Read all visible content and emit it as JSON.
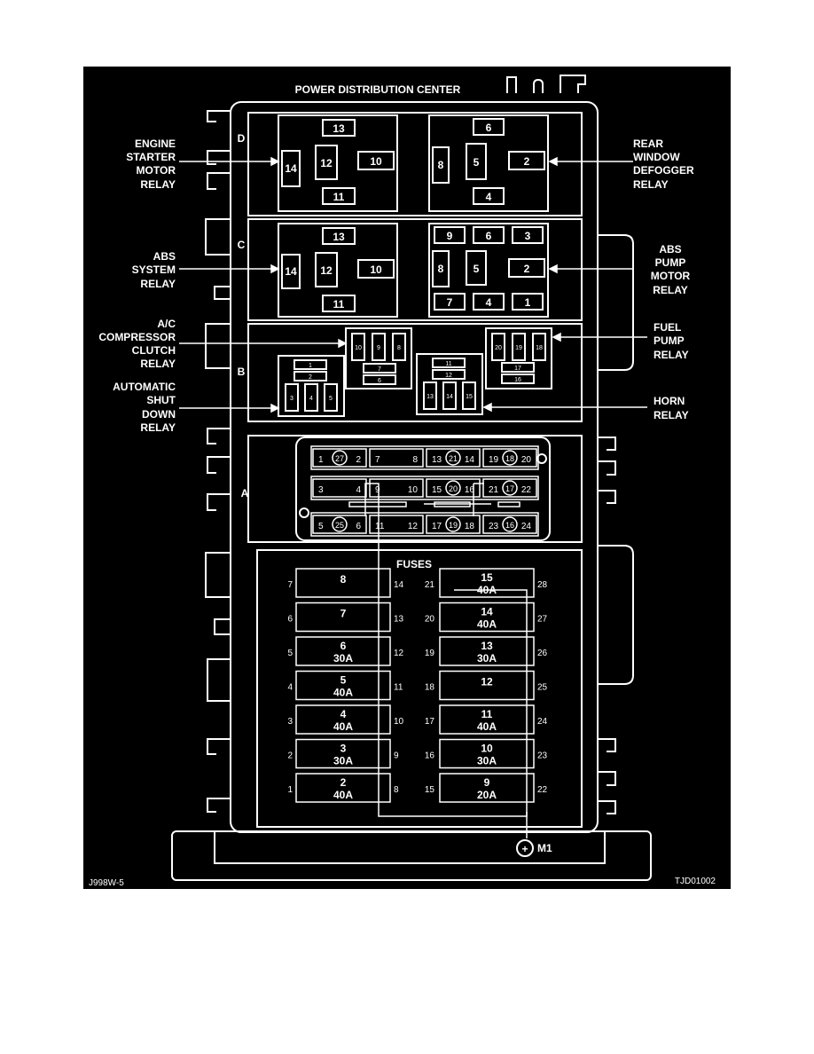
{
  "title": "POWER DISTRIBUTION CENTER",
  "figure_id_left": "J998W-5",
  "figure_id_right": "TJD01002",
  "rows": {
    "d": "D",
    "c": "C",
    "b": "B",
    "a": "A"
  },
  "labels": {
    "engine_starter": [
      "ENGINE",
      "STARTER",
      "MOTOR",
      "RELAY"
    ],
    "rear_window": [
      "REAR",
      "WINDOW",
      "DEFOGGER",
      "RELAY"
    ],
    "abs_system": [
      "ABS",
      "SYSTEM",
      "RELAY"
    ],
    "abs_pump": [
      "ABS",
      "PUMP",
      "MOTOR",
      "RELAY"
    ],
    "ac_compressor": [
      "A/C",
      "COMPRESSOR",
      "CLUTCH",
      "RELAY"
    ],
    "fuel_pump": [
      "FUEL",
      "PUMP",
      "RELAY"
    ],
    "auto_shutdown": [
      "AUTOMATIC",
      "SHUT",
      "DOWN",
      "RELAY"
    ],
    "horn": [
      "HORN",
      "RELAY"
    ]
  },
  "relay_d_left": {
    "top": "13",
    "left": "14",
    "mid": "12",
    "right": "10",
    "bottom": "11"
  },
  "relay_d_right": {
    "top": "6",
    "left": "8",
    "mid": "5",
    "right": "2",
    "bottom": "4"
  },
  "relay_c_left": {
    "top": "13",
    "left": "14",
    "mid": "12",
    "right": "10",
    "bottom": "11"
  },
  "relay_c_right": {
    "t1": "9",
    "t2": "6",
    "t3": "3",
    "left": "8",
    "mid": "5",
    "right": "2",
    "b1": "7",
    "b2": "4",
    "b3": "1"
  },
  "mini_ac": {
    "p1": "10",
    "p2": "9",
    "p3": "8",
    "p4": "7",
    "p5": "6"
  },
  "mini_fuel": {
    "p1": "20",
    "p2": "19",
    "p3": "18",
    "p4": "17",
    "p5": "16"
  },
  "mini_asd": {
    "p1": "1",
    "p2": "2",
    "p3": "3",
    "p4": "4",
    "p5": "5"
  },
  "mini_horn": {
    "p1": "11",
    "p2": "12",
    "p3": "13",
    "p4": "14",
    "p5": "15"
  },
  "block_a": {
    "row1": [
      {
        "l": "1",
        "c": "27",
        "r": "2"
      },
      {
        "l": "7",
        "c": "",
        "r": "8"
      },
      {
        "l": "13",
        "c": "21",
        "r": "14"
      },
      {
        "l": "19",
        "c": "18",
        "r": "20"
      }
    ],
    "row2": [
      {
        "l": "3",
        "c": "",
        "r": "4"
      },
      {
        "l": "9",
        "c": "",
        "r": "10"
      },
      {
        "l": "15",
        "c": "20",
        "r": "16"
      },
      {
        "l": "21",
        "c": "17",
        "r": "22"
      }
    ],
    "row3": [
      {
        "l": "5",
        "c": "25",
        "r": "6"
      },
      {
        "l": "11",
        "c": "",
        "r": "12"
      },
      {
        "l": "17",
        "c": "19",
        "r": "18"
      },
      {
        "l": "23",
        "c": "16",
        "r": "24"
      }
    ]
  },
  "fuses_title": "FUSES",
  "fuses_left": [
    {
      "num": "8",
      "amp": "",
      "pin_l": "7",
      "pin_r": "14"
    },
    {
      "num": "7",
      "amp": "",
      "pin_l": "6",
      "pin_r": "13"
    },
    {
      "num": "6",
      "amp": "30A",
      "pin_l": "5",
      "pin_r": "12"
    },
    {
      "num": "5",
      "amp": "40A",
      "pin_l": "4",
      "pin_r": "11"
    },
    {
      "num": "4",
      "amp": "40A",
      "pin_l": "3",
      "pin_r": "10"
    },
    {
      "num": "3",
      "amp": "30A",
      "pin_l": "2",
      "pin_r": "9"
    },
    {
      "num": "2",
      "amp": "40A",
      "pin_l": "1",
      "pin_r": "8"
    }
  ],
  "fuses_right": [
    {
      "num": "15",
      "amp": "40A",
      "pin_l": "21",
      "pin_r": "28"
    },
    {
      "num": "14",
      "amp": "40A",
      "pin_l": "20",
      "pin_r": "27"
    },
    {
      "num": "13",
      "amp": "30A",
      "pin_l": "19",
      "pin_r": "26"
    },
    {
      "num": "12",
      "amp": "",
      "pin_l": "18",
      "pin_r": "25"
    },
    {
      "num": "11",
      "amp": "40A",
      "pin_l": "17",
      "pin_r": "24"
    },
    {
      "num": "10",
      "amp": "30A",
      "pin_l": "16",
      "pin_r": "23"
    },
    {
      "num": "9",
      "amp": "20A",
      "pin_l": "15",
      "pin_r": "22"
    }
  ],
  "ground_symbol": "+",
  "ground_label": "M1"
}
